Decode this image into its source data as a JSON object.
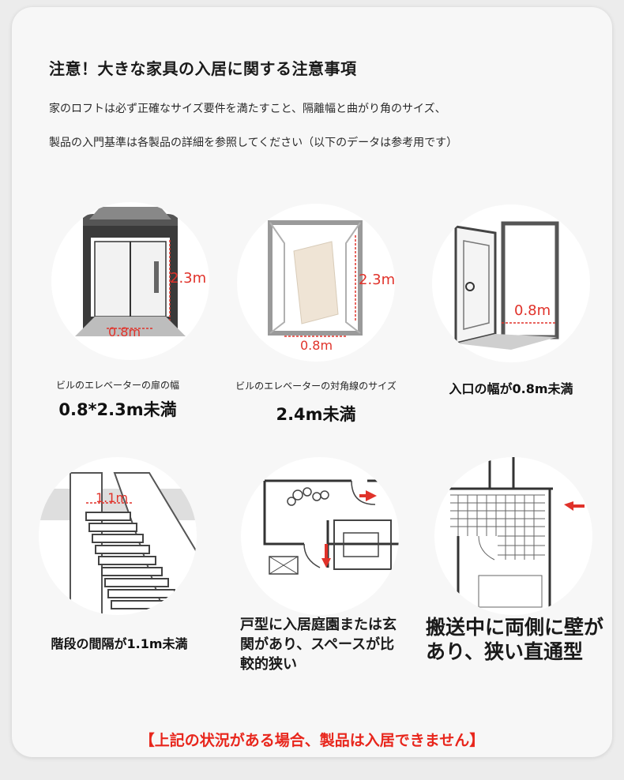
{
  "header": {
    "title": "注意！大きな家具の入居に関する注意事項",
    "desc_line1": "家のロフトは必ず正確なサイズ要件を満たすこと、隔離幅と曲がり角のサイズ、",
    "desc_line2": "製品の入門基準は各製品の詳細を参照してください（以下のデータは参考用です）"
  },
  "items": [
    {
      "label": "ビルのエレベーターの扉の幅",
      "value": "0.8*2.3m未満",
      "m_height": "2.3m",
      "m_width": "0.8m"
    },
    {
      "label": "ビルのエレベーターの対角線のサイズ",
      "value": "2.4m未満",
      "m_height": "2.3m",
      "m_width": "0.8m"
    },
    {
      "label": "入口の幅が0.8m未満",
      "m_width": "0.8m"
    },
    {
      "label": "階段の間隔が1.1m未満",
      "m_width": "1.1m"
    },
    {
      "label": "戸型に入居庭園または玄関があり、スペースが比較的狭い"
    },
    {
      "label": "搬送中に両側に壁があり、狭い直通型"
    }
  ],
  "footer": {
    "warning": "【上記の状況がある場合、製品は入居できません】"
  },
  "colors": {
    "accent": "#e8261c",
    "card": "#f7f7f7"
  }
}
